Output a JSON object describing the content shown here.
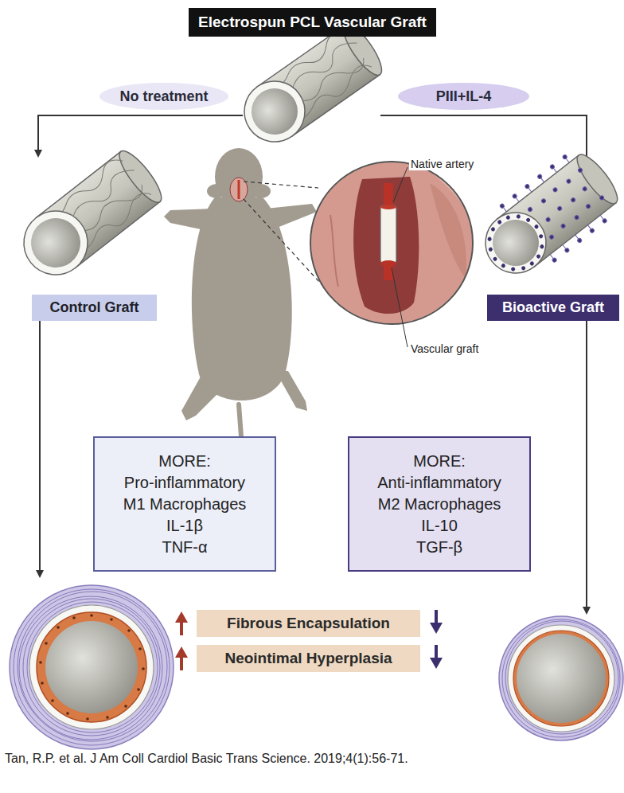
{
  "diagram": {
    "title": "Electrospun PCL Vascular Graft",
    "caption": "Tan, R.P. et al. J Am Coll Cardiol Basic Trans Science. 2019;4(1):56-71.",
    "nodes": [
      {
        "text": [
          "No treatment"
        ]
      },
      {
        "text": [
          "PIII+IL-4"
        ]
      },
      {
        "text": [
          "Control Graft"
        ]
      },
      {
        "text": [
          "Bioactive Graft"
        ]
      },
      {
        "text": [
          "MORE:",
          "Pro-inflammatory",
          "M1 Macrophages",
          "IL-1β",
          "TNF-α"
        ]
      },
      {
        "text": [
          "MORE:",
          "Anti-inflammatory",
          "M2 Macrophages",
          "IL-10",
          "TGF-β"
        ]
      },
      {
        "text": [
          "Fibrous Encapsulation"
        ]
      },
      {
        "text": [
          "Neointimal Hyperplasia"
        ]
      }
    ],
    "labels": [
      "Native artery",
      "Vascular graft"
    ]
  }
}
